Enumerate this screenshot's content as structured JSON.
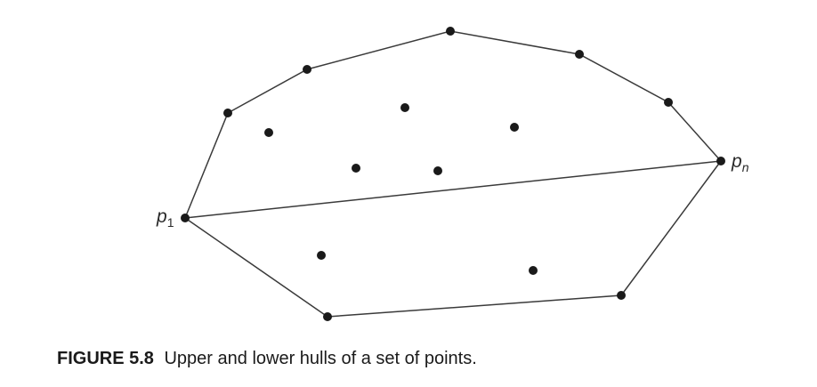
{
  "figure": {
    "number": "FIGURE 5.8",
    "caption": "Upper and lower hulls of a set of points."
  },
  "labels": {
    "p1": {
      "main": "p",
      "sub": "1"
    },
    "pn": {
      "main": "p",
      "sub": "n"
    }
  },
  "colors": {
    "line": "#3a3a3a",
    "point": "#1a1a1a"
  }
}
